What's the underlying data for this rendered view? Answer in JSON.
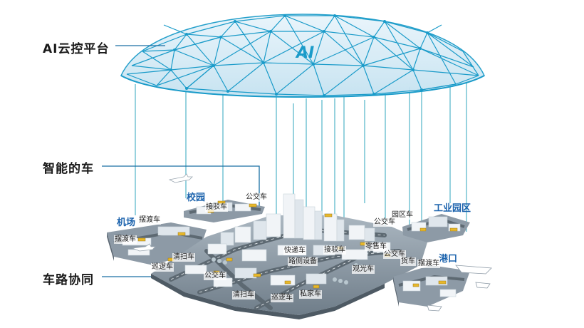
{
  "layers": {
    "platform": "AI云控平台",
    "vehicle": "智能的车",
    "road": "车路协同"
  },
  "dome_logo": "AI",
  "zones": {
    "campus": "校园",
    "airport": "机场",
    "industrial_park": "工业园区",
    "port": "港口"
  },
  "vehicles": {
    "bus_campus": "公交车",
    "shuttle_campus": "接驳车",
    "ferry_airport": "摆渡车",
    "ferry_airport_2": "摆渡车",
    "sweeper_left": "清扫车",
    "patrol_left": "巡逻车",
    "bus_center": "公交车",
    "sweeper_bottom": "清扫车",
    "patrol_bottom": "巡逻车",
    "private_bottom": "私家车",
    "express_center": "快递车",
    "park_vehicle_c": "路侧设备",
    "shuttle_center": "接驳车",
    "park_car": "园区车",
    "bus_park": "公交车",
    "bus_right": "公交车",
    "sightseeing": "观光车",
    "delivery_right": "货车",
    "ferry_port": "摆渡车",
    "robo_right": "零售车"
  },
  "colors": {
    "dome_line": "#1a9bc9",
    "dome_fill": "#d6ecf7",
    "connector": "#4fb7c9",
    "zone_text": "#1c63ad",
    "ground": "#8796a3",
    "building": "#e9eef2",
    "vehicle": "#e8b82a"
  }
}
